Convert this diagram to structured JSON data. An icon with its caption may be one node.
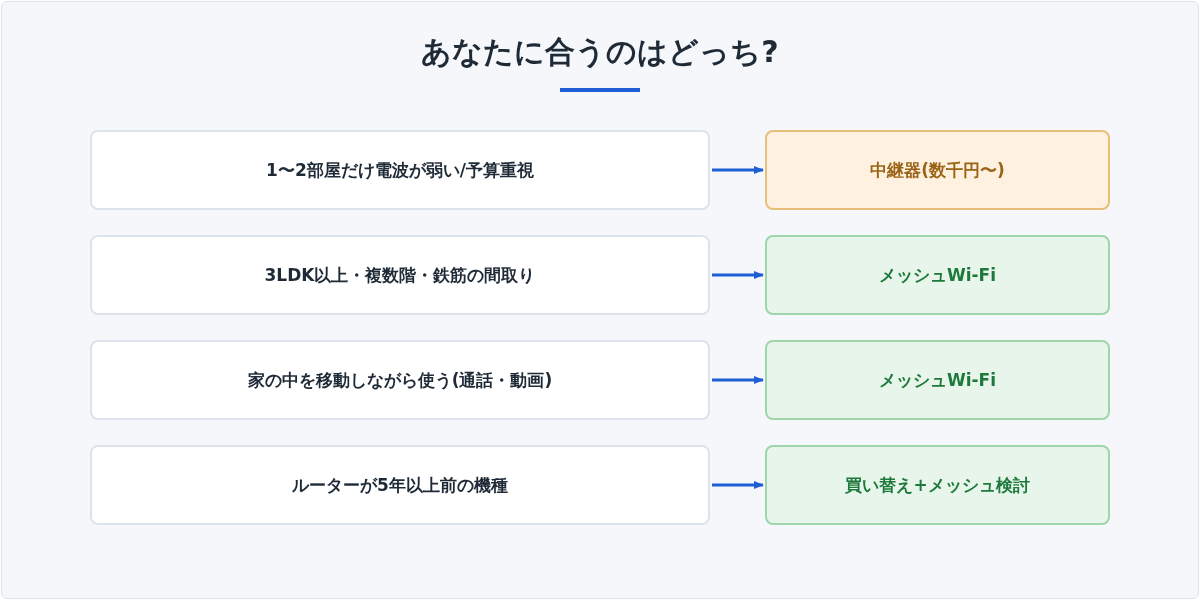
{
  "diagram": {
    "title": "あなたに合うのはどっち?",
    "nodes": [
      {
        "text": [
          "1〜2部屋だけ電波が弱い/予算重視"
        ]
      },
      {
        "text": [
          "3LDK以上・複数階・鉄筋の間取り"
        ]
      },
      {
        "text": [
          "家の中を移動しながら使う(通話・動画)"
        ]
      },
      {
        "text": [
          "ルーターが5年以上前の機種"
        ]
      },
      {
        "text": [
          "中継器(数千円〜)"
        ]
      },
      {
        "text": [
          "メッシュWi-Fi"
        ]
      },
      {
        "text": [
          "メッシュWi-Fi"
        ]
      },
      {
        "text": [
          "買い替え+メッシュ検討"
        ]
      }
    ],
    "edges": [
      {
        "from": 0,
        "to": 4,
        "arrow": "to"
      },
      {
        "from": 1,
        "to": 5,
        "arrow": "to"
      },
      {
        "from": 2,
        "to": 6,
        "arrow": "to"
      },
      {
        "from": 3,
        "to": 7,
        "arrow": "to"
      }
    ]
  }
}
